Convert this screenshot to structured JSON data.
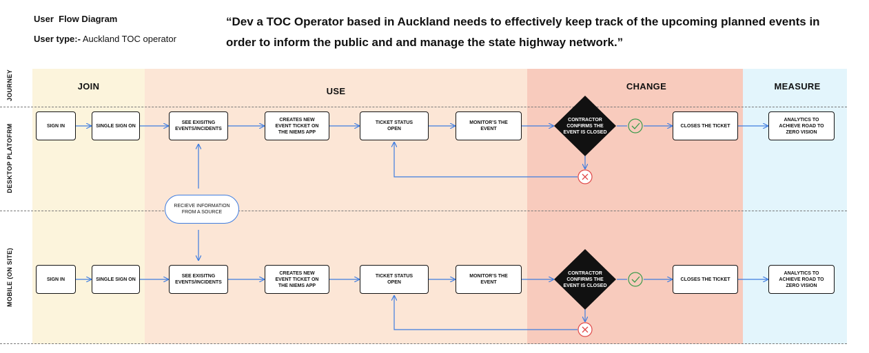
{
  "header": {
    "title": "User  Flow Diagram",
    "user_type_label": "User type:-",
    "user_type_value": "Auckland TOC operator",
    "quote": "“Dev a TOC Operator based in Auckland needs to effectively keep track of the upcoming planned events in\norder to inform the public and  and manage the state highway network.”"
  },
  "colors": {
    "join": "#fcf4dc",
    "use": "#fce6d6",
    "change": "#f8cbbd",
    "measure": "#e3f5fc",
    "arrow": "#3d7ce0",
    "success": "#3a9a4a",
    "fail": "#e04848"
  },
  "lanes": {
    "journey": "JOURNEY",
    "desktop": "DESKTOP PLATOFRM",
    "mobile": "MOBILE (ON SITE)"
  },
  "phases": {
    "join": "JOIN",
    "use": "USE",
    "change": "CHANGE",
    "measure": "MEASURE"
  },
  "desktop": {
    "sign_in": "SIGN IN",
    "sso": "SINGLE SIGN ON",
    "see_events": "SEE EXISITNG\nEVENTS/INCIDENTS",
    "create_ticket": "CREATES NEW\nEVENT TICKET ON\nTHE NIEMS APP",
    "ticket_status": "TICKET STATUS\nOPEN",
    "monitor": "MONITOR’S THE\nEVENT",
    "decision": "CONTRACTOR\nCONFIRMS THE\nEVENT IS CLOSED",
    "close_ticket": "CLOSES THE TICKET",
    "analytics": "ANALYTICS TO\nACHIEVE ROAD TO\nZERO VISION"
  },
  "mobile": {
    "sign_in": "SIGN IN",
    "sso": "SINGLE SIGN ON",
    "see_events": "SEE EXISITNG\nEVENTS/INCIDENTS",
    "create_ticket": "CREATES NEW\nEVENT TICKET ON\nTHE NIEMS APP",
    "ticket_status": "TICKET STATUS\nOPEN",
    "monitor": "MONITOR’S THE\nEVENT",
    "decision": "CONTRACTOR\nCONFIRMS THE\nEVENT IS CLOSED",
    "close_ticket": "CLOSES THE TICKET",
    "analytics": "ANALYTICS TO\nACHIEVE ROAD TO\nZERO VISION"
  },
  "source": "RECIEVE INFORMATION\nFROM A SOURCE"
}
